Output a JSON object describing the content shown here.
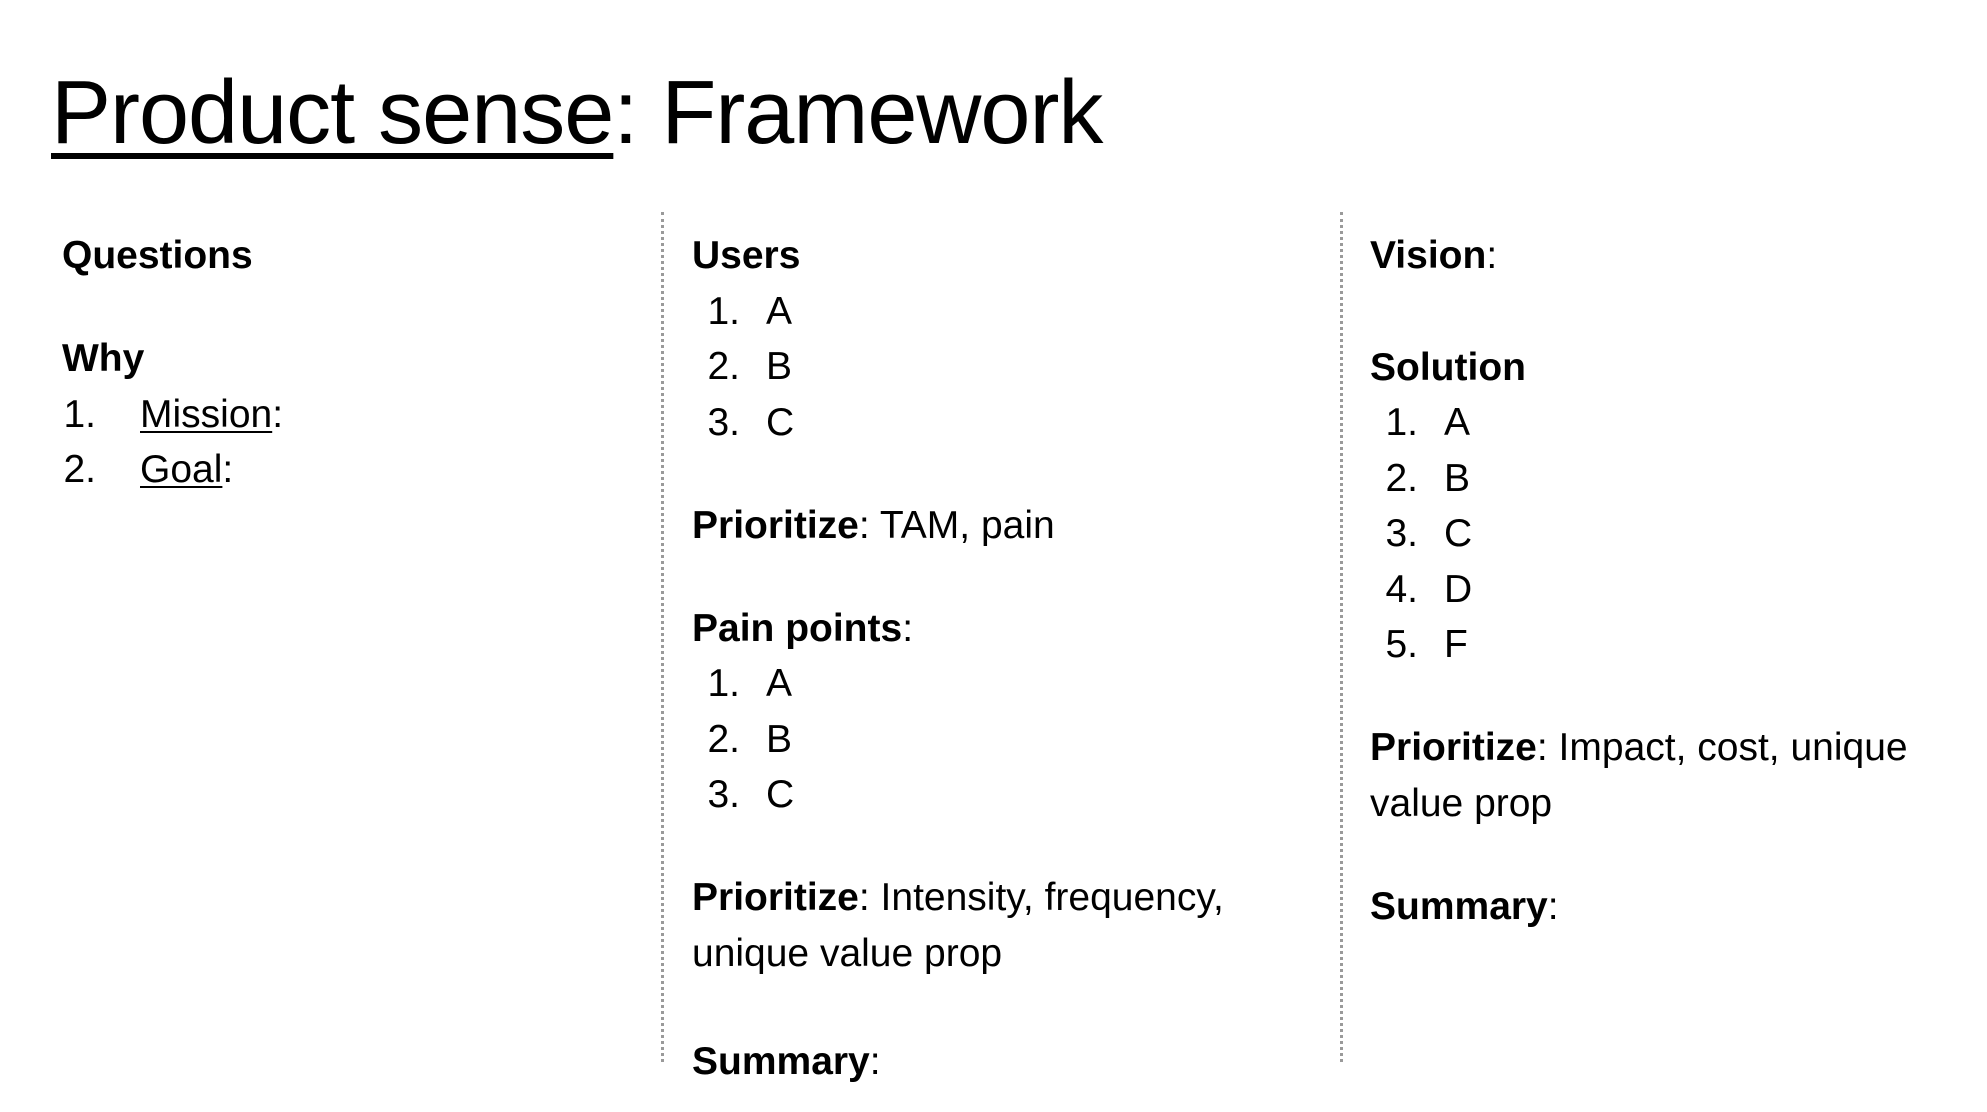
{
  "title": {
    "underlined": "Product sense",
    "separator": ":",
    "rest": " Framework"
  },
  "columns": [
    {
      "heading": "Questions",
      "sections": [
        {
          "heading": "Why",
          "items": [
            {
              "num": "1.",
              "label": "Mission",
              "suffix": ":"
            },
            {
              "num": "2.",
              "label": "Goal",
              "suffix": ":"
            }
          ]
        }
      ]
    },
    {
      "users": {
        "heading": "Users",
        "items": [
          {
            "num": "1.",
            "label": "A"
          },
          {
            "num": "2.",
            "label": "B"
          },
          {
            "num": "3.",
            "label": "C"
          }
        ]
      },
      "prioritize_users": {
        "label": "Prioritize",
        "sep": ":",
        "value": " TAM, pain"
      },
      "pain_points": {
        "heading": "Pain points",
        "sep": ":",
        "items": [
          {
            "num": "1.",
            "label": "A"
          },
          {
            "num": "2.",
            "label": "B"
          },
          {
            "num": "3.",
            "label": "C"
          }
        ]
      },
      "prioritize_pain": {
        "label": "Prioritize",
        "sep": ":",
        "value": " Intensity, frequency, unique value prop"
      },
      "summary": {
        "label": "Summary",
        "sep": ":"
      }
    },
    {
      "vision": {
        "label": "Vision",
        "sep": ":"
      },
      "solution": {
        "heading": "Solution",
        "items": [
          {
            "num": "1.",
            "label": "A"
          },
          {
            "num": "2.",
            "label": "B"
          },
          {
            "num": "3.",
            "label": "C"
          },
          {
            "num": "4.",
            "label": "D"
          },
          {
            "num": "5.",
            "label": "F"
          }
        ]
      },
      "prioritize_solution": {
        "label": "Prioritize",
        "sep": ":",
        "value": " Impact, cost, unique value prop"
      },
      "summary": {
        "label": "Summary",
        "sep": ":"
      }
    }
  ],
  "colors": {
    "text": "#000000",
    "divider": "#9a9a9a",
    "background": "#ffffff"
  }
}
